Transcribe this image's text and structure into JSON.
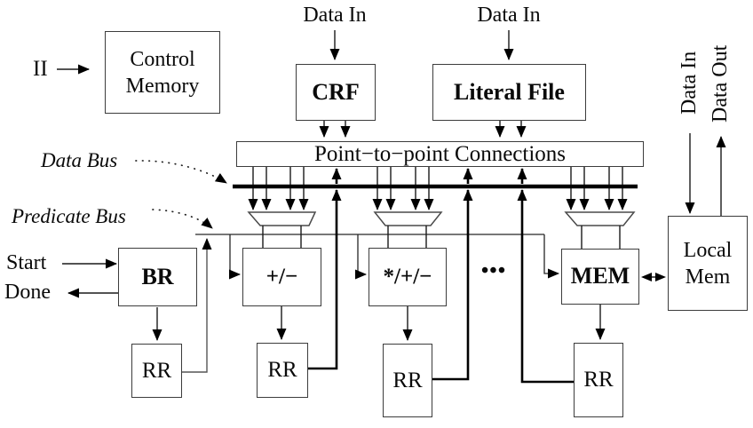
{
  "colors": {
    "background": "#ffffff",
    "line": "#000000",
    "box_border": "#3c3c3c"
  },
  "top": {
    "ii_label": "II",
    "control_memory_label": "Control Memory",
    "data_in_crf_label": "Data In",
    "data_in_literal_label": "Data In",
    "crf_label": "CRF",
    "literal_file_label": "Literal File"
  },
  "interconnect": {
    "p2p_label": "Point−to−point Connections",
    "data_bus_label": "Data Bus",
    "predicate_bus_label": "Predicate Bus"
  },
  "left": {
    "start_label": "Start",
    "done_label": "Done"
  },
  "units": {
    "br_label": "BR",
    "addsub_label": "+/−",
    "muladdsub_label": "*/+/−",
    "mem_label": "MEM",
    "ellipsis": "•••",
    "rr_labels": [
      "RR",
      "RR",
      "RR",
      "RR"
    ]
  },
  "right": {
    "local_mem_label": "Local Mem",
    "data_in_label": "Data In",
    "data_out_label": "Data Out"
  }
}
